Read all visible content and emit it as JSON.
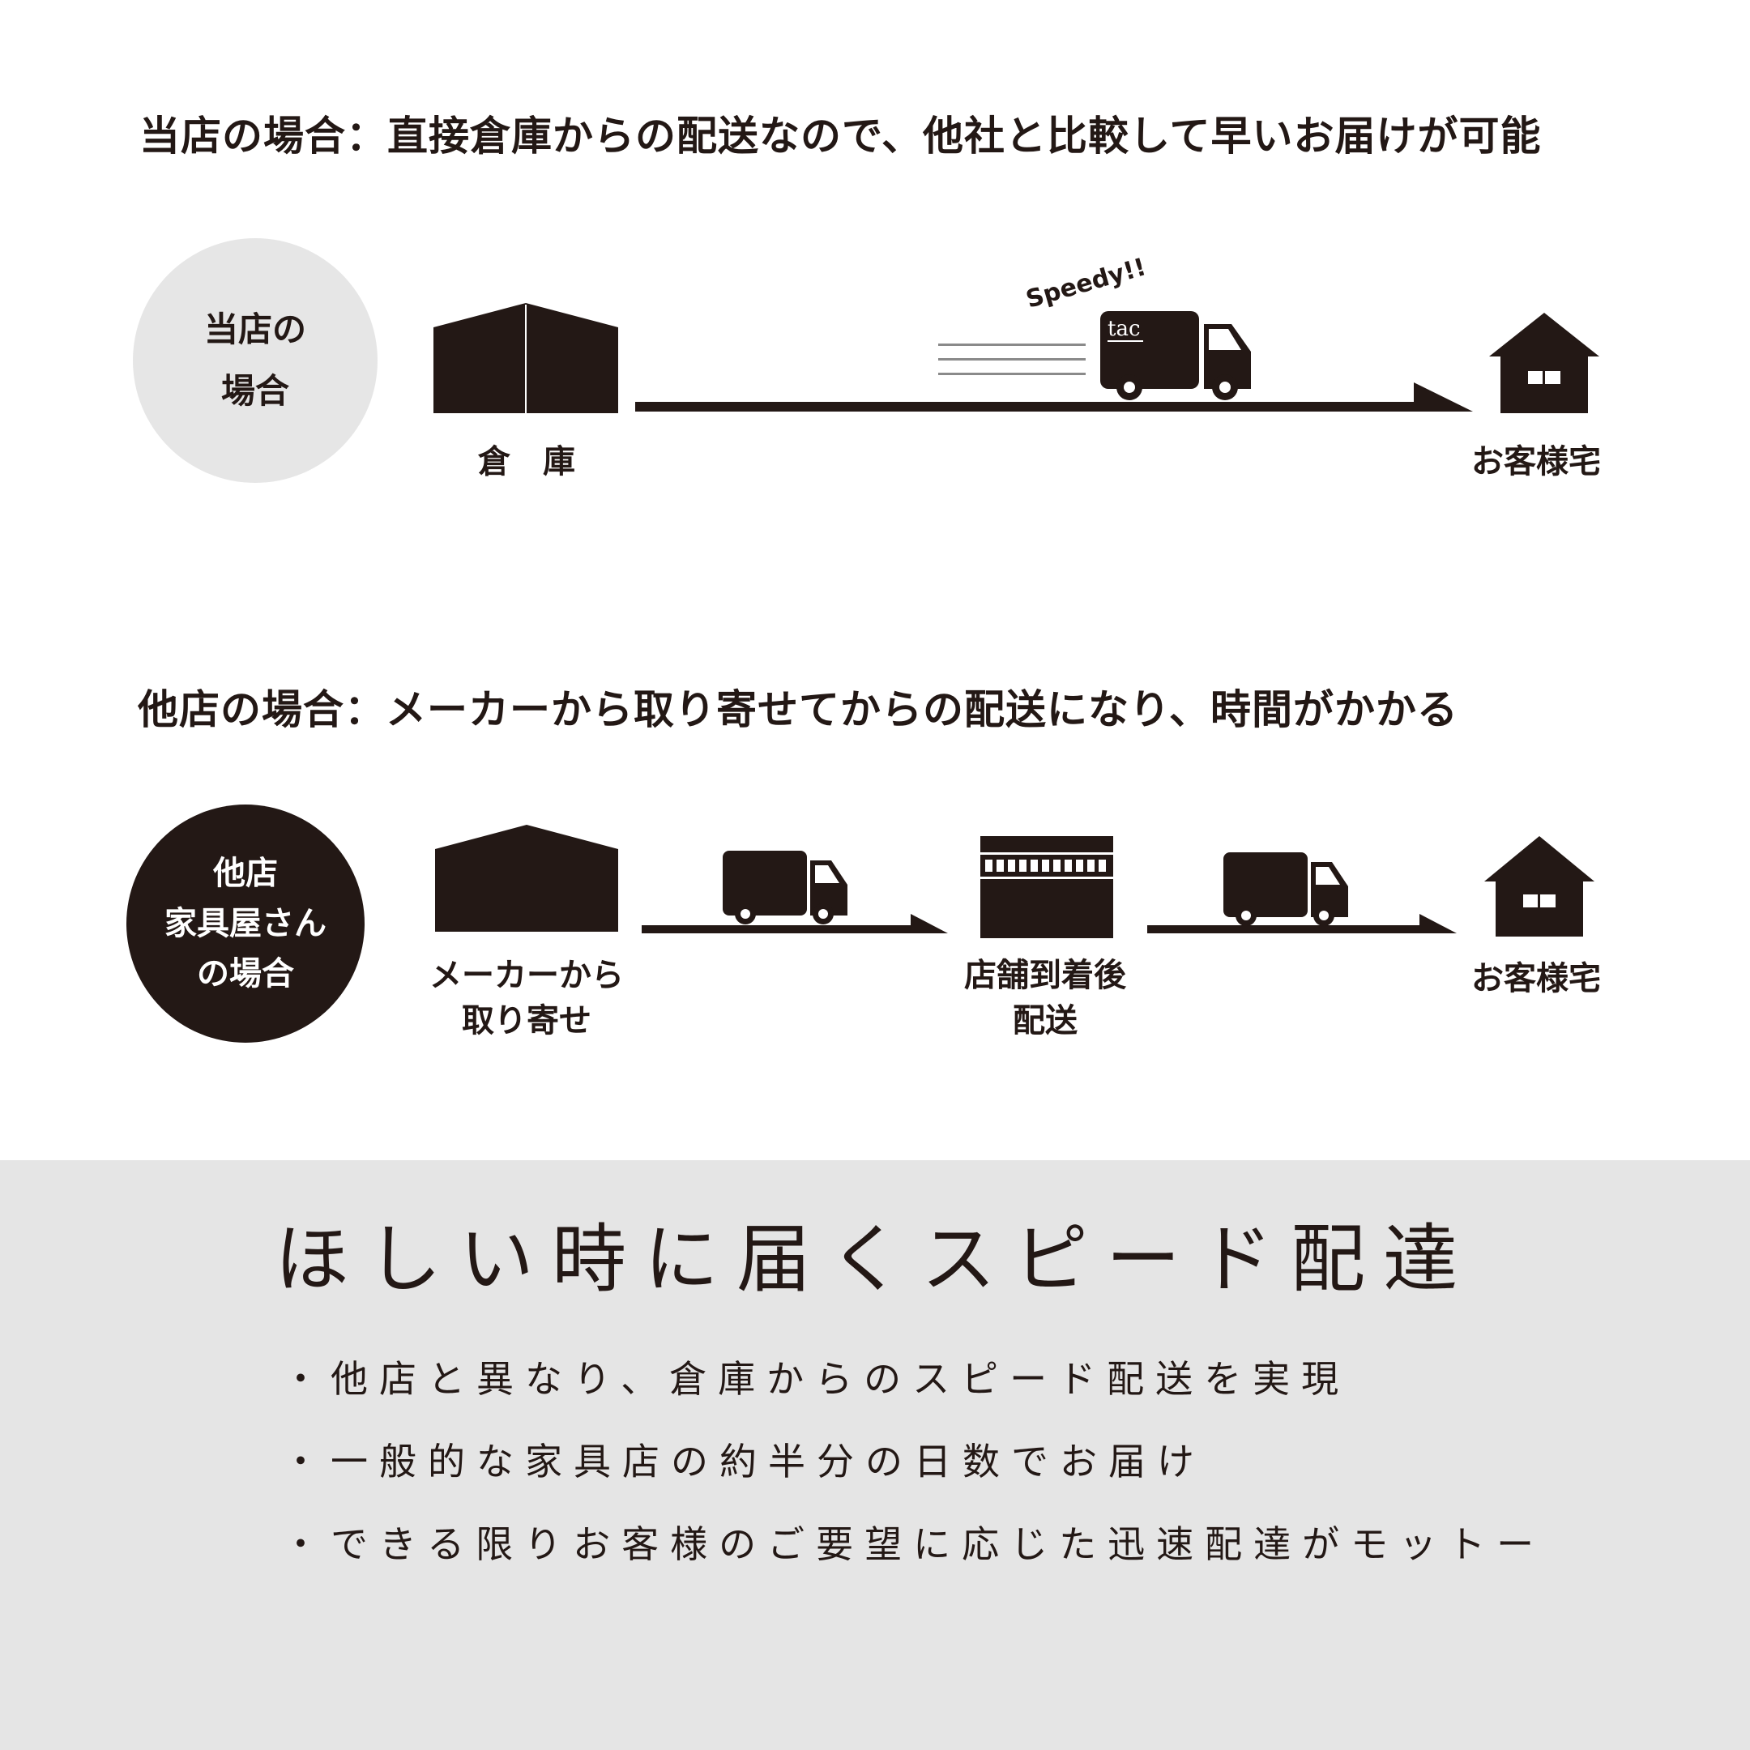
{
  "section1": {
    "heading": "当店の場合：直接倉庫からの配送なので、他社と比較して早いお届けが可能",
    "circle_line1": "当店の",
    "circle_line2": "場合",
    "warehouse_label": "倉　庫",
    "speedy_text": "Speedy!!",
    "truck_logo": "tac",
    "home_label": "お客様宅"
  },
  "section2": {
    "heading": "他店の場合：メーカーから取り寄せてからの配送になり、時間がかかる",
    "circle_line1": "他店",
    "circle_line2": "家具屋さん",
    "circle_line3": "の場合",
    "maker_label_1": "メーカーから",
    "maker_label_2": "取り寄せ",
    "store_label_1": "店舗到着後",
    "store_label_2": "配送",
    "home_label": "お客様宅"
  },
  "bottom": {
    "title": "ほしい時に届くスピード配達",
    "bullets": [
      "・他店と異なり、倉庫からのスピード配送を実現",
      "・一般的な家具店の約半分の日数でお届け",
      "・できる限りお客様のご要望に応じた迅速配達がモットー"
    ]
  },
  "colors": {
    "ink": "#231815",
    "light_circle": "#e6e6e6",
    "bottom_band": "#e5e5e5"
  },
  "icons": [
    "warehouse-icon",
    "truck-icon",
    "house-icon",
    "store-icon",
    "arrow-icon"
  ]
}
